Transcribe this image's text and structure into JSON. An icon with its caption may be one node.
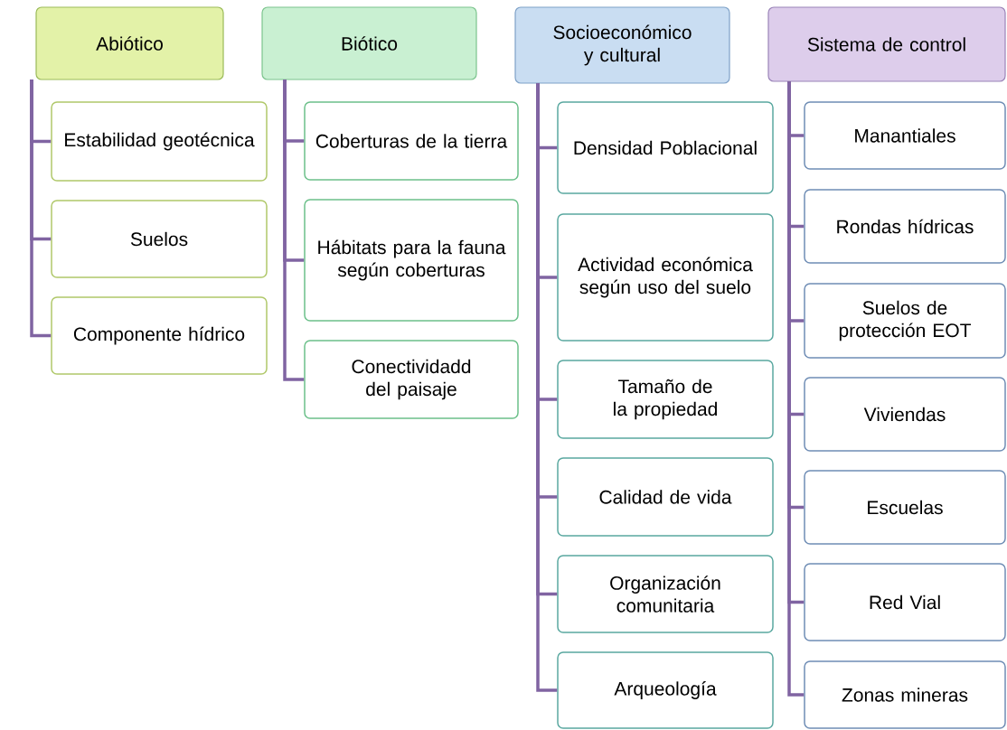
{
  "diagram": {
    "nodes": [
      {
        "text": [
          "Abiótico"
        ]
      },
      {
        "text": [
          "Estabilidad geotécnica"
        ]
      },
      {
        "text": [
          "Suelos"
        ]
      },
      {
        "text": [
          "Componente hídrico"
        ]
      },
      {
        "text": [
          "Biótico"
        ]
      },
      {
        "text": [
          "Coberturas de la tierra"
        ]
      },
      {
        "text": [
          "Hábitats para la fauna según coberturas"
        ]
      },
      {
        "text": [
          "Conectividadd del paisaje"
        ]
      },
      {
        "text": [
          "Socioeconómico y cultural"
        ]
      },
      {
        "text": [
          "Densidad Poblacional"
        ]
      },
      {
        "text": [
          "Actividad económica según uso del suelo"
        ]
      },
      {
        "text": [
          "Tamaño de la propiedad"
        ]
      },
      {
        "text": [
          "Calidad de vida"
        ]
      },
      {
        "text": [
          "Organización comunitaria"
        ]
      },
      {
        "text": [
          "Arqueología"
        ]
      },
      {
        "text": [
          "Sistema de control"
        ]
      },
      {
        "text": [
          "Manantiales"
        ]
      },
      {
        "text": [
          "Rondas hídricas"
        ]
      },
      {
        "text": [
          "Suelos de protección EOT"
        ]
      },
      {
        "text": [
          "Viviendas"
        ]
      },
      {
        "text": [
          "Escuelas"
        ]
      },
      {
        "text": [
          "Red Vial"
        ]
      },
      {
        "text": [
          "Zonas mineras"
        ]
      }
    ],
    "edges": [
      {
        "from": 0,
        "to": 1,
        "arrow": "none"
      },
      {
        "from": 0,
        "to": 2,
        "arrow": "none"
      },
      {
        "from": 0,
        "to": 3,
        "arrow": "none"
      },
      {
        "from": 4,
        "to": 5,
        "arrow": "none"
      },
      {
        "from": 4,
        "to": 6,
        "arrow": "none"
      },
      {
        "from": 4,
        "to": 7,
        "arrow": "none"
      },
      {
        "from": 8,
        "to": 9,
        "arrow": "none"
      },
      {
        "from": 8,
        "to": 10,
        "arrow": "none"
      },
      {
        "from": 8,
        "to": 11,
        "arrow": "none"
      },
      {
        "from": 8,
        "to": 12,
        "arrow": "none"
      },
      {
        "from": 8,
        "to": 13,
        "arrow": "none"
      },
      {
        "from": 8,
        "to": 14,
        "arrow": "none"
      },
      {
        "from": 15,
        "to": 16,
        "arrow": "none"
      },
      {
        "from": 15,
        "to": 17,
        "arrow": "none"
      },
      {
        "from": 15,
        "to": 18,
        "arrow": "none"
      },
      {
        "from": 15,
        "to": 19,
        "arrow": "none"
      },
      {
        "from": 15,
        "to": 20,
        "arrow": "none"
      },
      {
        "from": 15,
        "to": 21,
        "arrow": "none"
      },
      {
        "from": 15,
        "to": 22,
        "arrow": "none"
      }
    ]
  }
}
